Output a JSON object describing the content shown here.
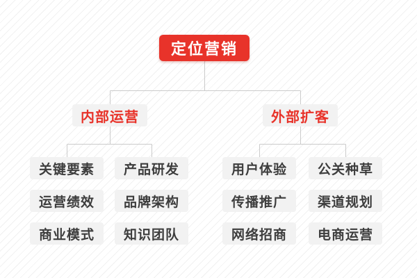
{
  "diagram": {
    "root": {
      "label": "定位营销"
    },
    "branches": [
      {
        "label": "内部运营",
        "children": [
          "关键要素",
          "产品研发",
          "运营绩效",
          "品牌架构",
          "商业模式",
          "知识团队"
        ]
      },
      {
        "label": "外部扩客",
        "children": [
          "用户体验",
          "公关种草",
          "传播推广",
          "渠道规划",
          "网络招商",
          "电商运营"
        ]
      }
    ]
  },
  "colors": {
    "accent": "#e8332a",
    "root-text": "#ffffff",
    "node-bg": "#f2f2f2",
    "leaf-text": "#3d3d3d",
    "line": "#cbcbcb",
    "stripe": "#f1f1f1"
  }
}
